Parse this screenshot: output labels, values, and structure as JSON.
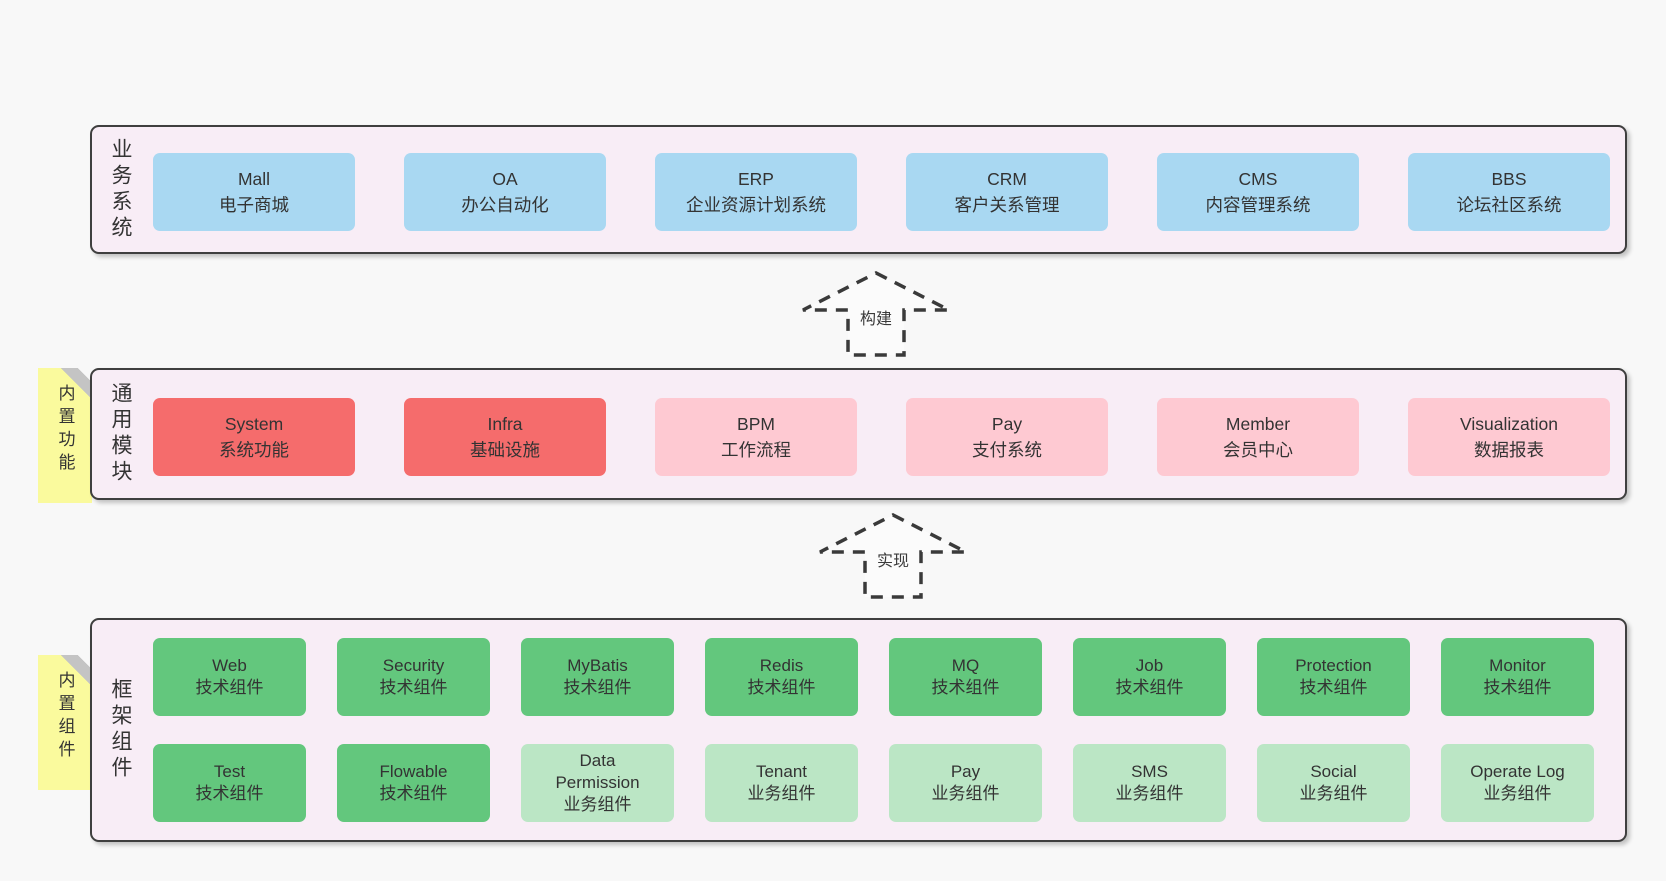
{
  "page": {
    "background": "#f8f8f8",
    "text_color": "#333333"
  },
  "colors": {
    "container_bg": "#f8edf6",
    "container_border": "#3f3f3f",
    "business_box_blue": "#a9d8f2",
    "core_module_red": "#f56c6c",
    "module_pink": "#fec9d2",
    "tech_component_green": "#63c77d",
    "biz_component_light_green": "#bbe6c5",
    "sticky_note_yellow": "#fafa9d"
  },
  "business_section": {
    "label": "业务系统",
    "items": [
      {
        "title": "Mall",
        "subtitle": "电子商城"
      },
      {
        "title": "OA",
        "subtitle": "办公自动化"
      },
      {
        "title": "ERP",
        "subtitle": "企业资源计划系统"
      },
      {
        "title": "CRM",
        "subtitle": "客户关系管理"
      },
      {
        "title": "CMS",
        "subtitle": "内容管理系统"
      },
      {
        "title": "BBS",
        "subtitle": "论坛社区系统"
      }
    ]
  },
  "build_arrow": {
    "label": "构建"
  },
  "modules_section": {
    "label": "通用模块",
    "sticky_note": "内置功能",
    "items": [
      {
        "title": "System",
        "subtitle": "系统功能",
        "variant": "red"
      },
      {
        "title": "Infra",
        "subtitle": "基础设施",
        "variant": "red"
      },
      {
        "title": "BPM",
        "subtitle": "工作流程",
        "variant": "pink"
      },
      {
        "title": "Pay",
        "subtitle": "支付系统",
        "variant": "pink"
      },
      {
        "title": "Member",
        "subtitle": "会员中心",
        "variant": "pink"
      },
      {
        "title": "Visualization",
        "subtitle": "数据报表",
        "variant": "pink"
      }
    ]
  },
  "implement_arrow": {
    "label": "实现"
  },
  "framework_section": {
    "label": "框架组件",
    "sticky_note": "内置组件",
    "row1": [
      {
        "title": "Web",
        "subtitle": "技术组件"
      },
      {
        "title": "Security",
        "subtitle": "技术组件"
      },
      {
        "title": "MyBatis",
        "subtitle": "技术组件"
      },
      {
        "title": "Redis",
        "subtitle": "技术组件"
      },
      {
        "title": "MQ",
        "subtitle": "技术组件"
      },
      {
        "title": "Job",
        "subtitle": "技术组件"
      },
      {
        "title": "Protection",
        "subtitle": "技术组件"
      },
      {
        "title": "Monitor",
        "subtitle": "技术组件"
      }
    ],
    "row2": [
      {
        "title": "Test",
        "subtitle": "技术组件",
        "variant": "green"
      },
      {
        "title": "Flowable",
        "subtitle": "技术组件",
        "variant": "green"
      },
      {
        "title": "Data Permission",
        "subtitle": "业务组件",
        "variant": "lightgreen"
      },
      {
        "title": "Tenant",
        "subtitle": "业务组件",
        "variant": "lightgreen"
      },
      {
        "title": "Pay",
        "subtitle": "业务组件",
        "variant": "lightgreen"
      },
      {
        "title": "SMS",
        "subtitle": "业务组件",
        "variant": "lightgreen"
      },
      {
        "title": "Social",
        "subtitle": "业务组件",
        "variant": "lightgreen"
      },
      {
        "title": "Operate Log",
        "subtitle": "业务组件",
        "variant": "lightgreen"
      }
    ]
  }
}
